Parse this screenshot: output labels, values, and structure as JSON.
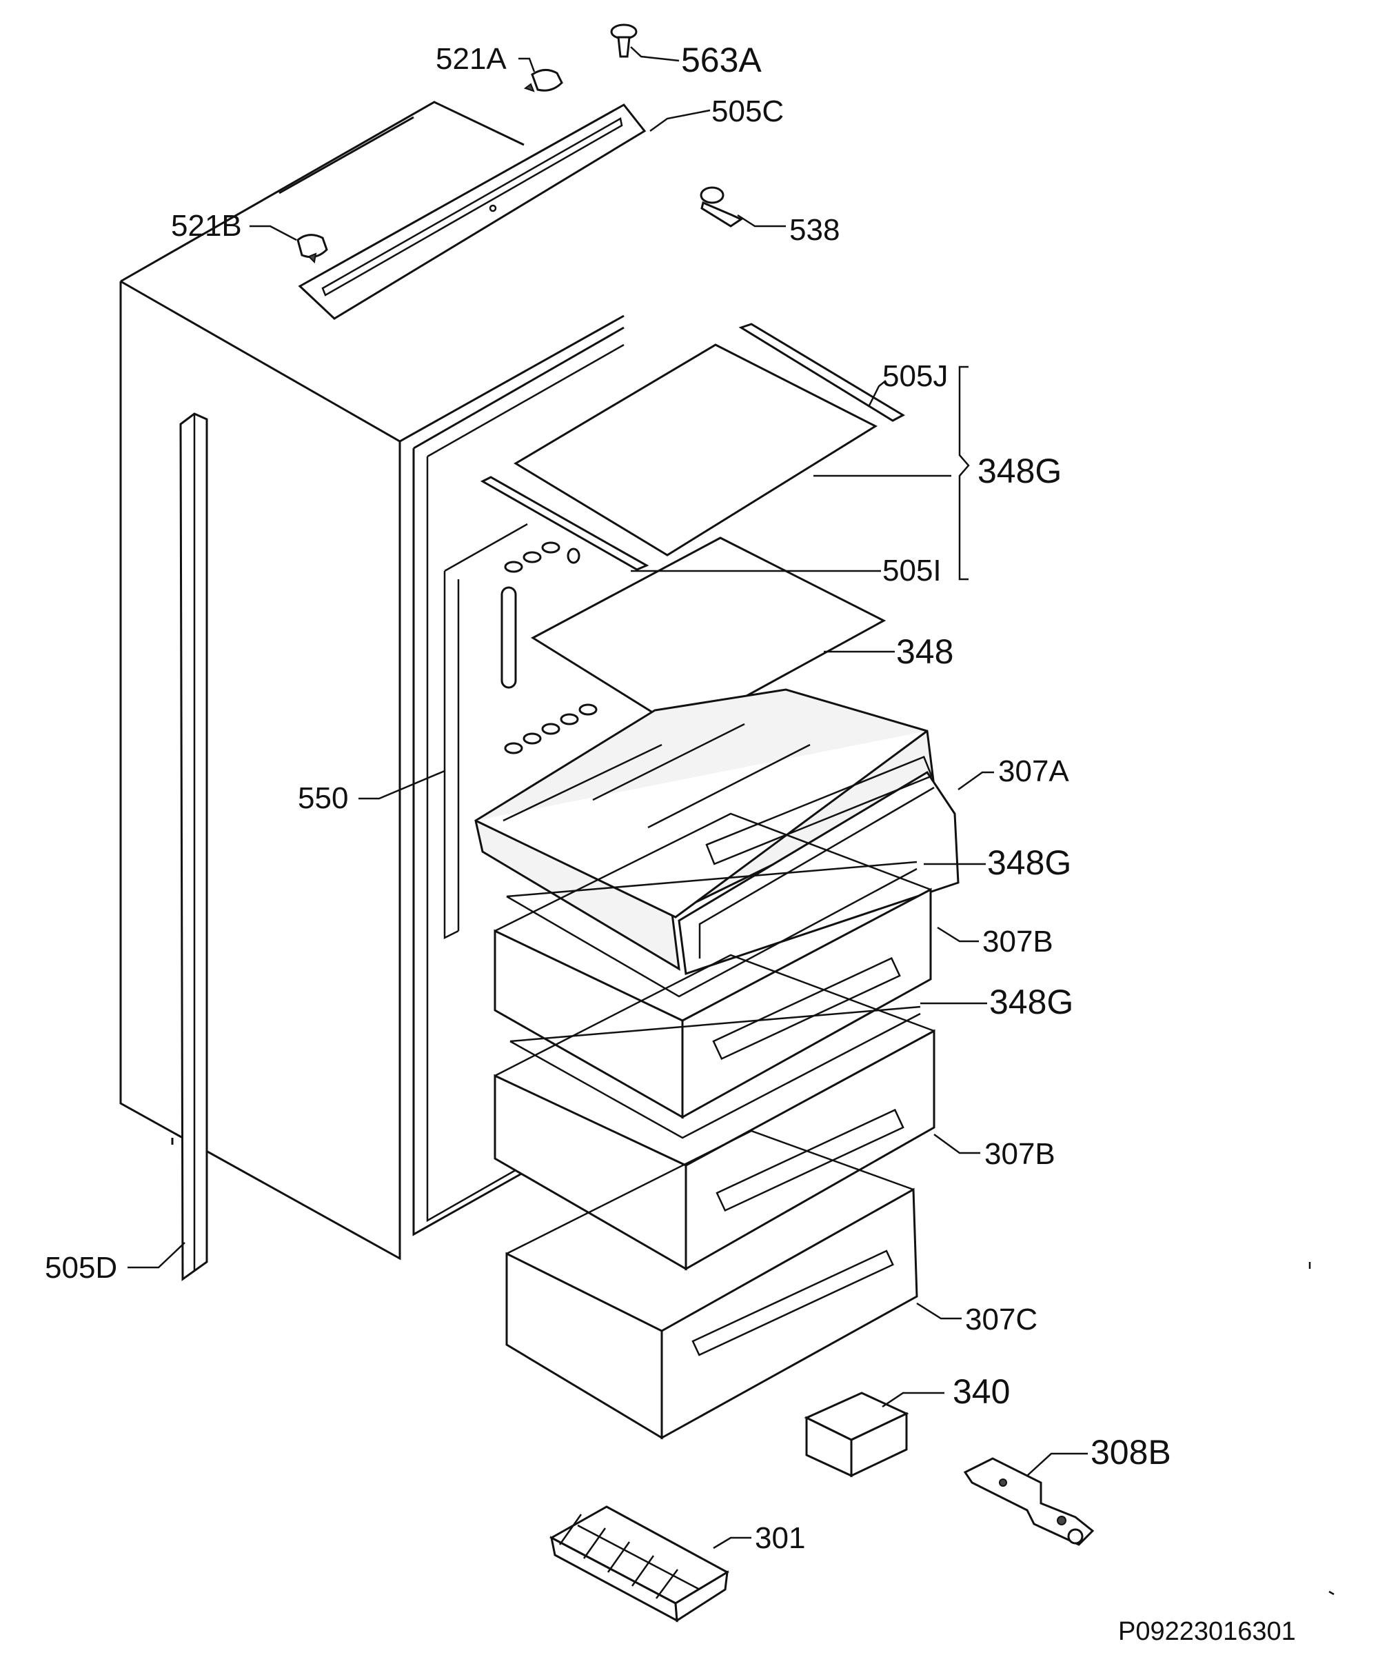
{
  "labels": {
    "l521A": "521A",
    "l563A": "563A",
    "l505C": "505C",
    "l521B": "521B",
    "l538": "538",
    "l505J": "505J",
    "l348G_top": "348G",
    "l505I": "505I",
    "l348": "348",
    "l550": "550",
    "l307A": "307A",
    "l348G_1": "348G",
    "l307B_1": "307B",
    "l348G_2": "348G",
    "l307B_2": "307B",
    "l505D": "505D",
    "l307C": "307C",
    "l340": "340",
    "l308B": "308B",
    "l301": "301"
  },
  "drawing_reference": "P09223016301"
}
